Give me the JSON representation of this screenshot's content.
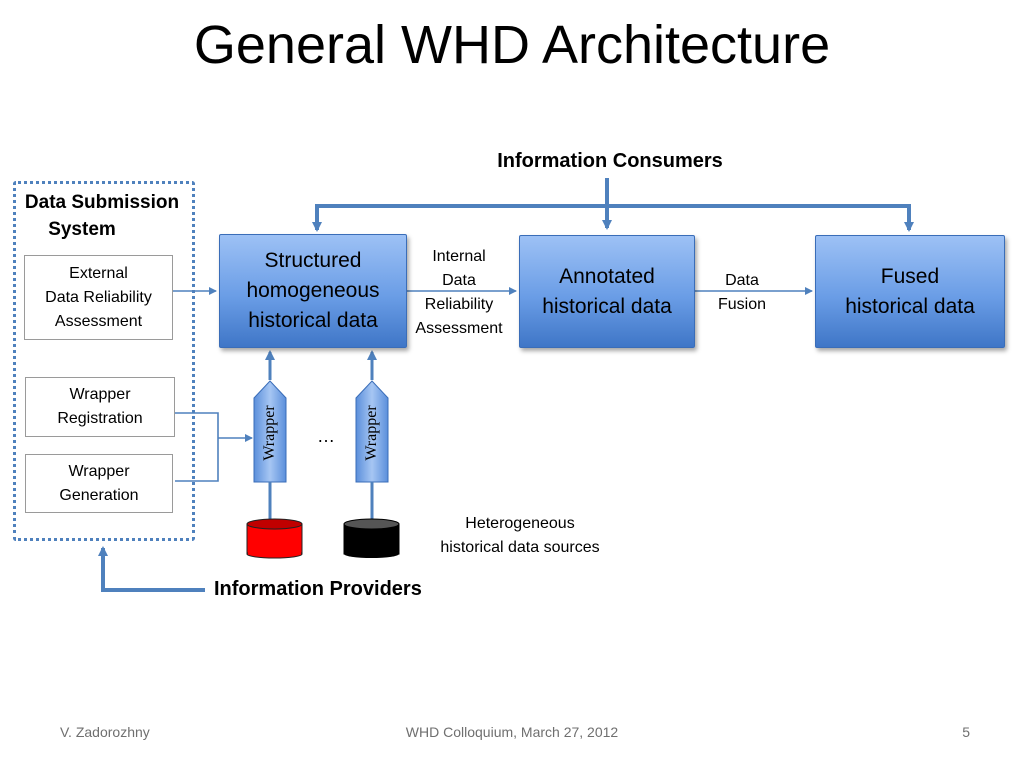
{
  "slide": {
    "title": "General WHD Architecture"
  },
  "labels": {
    "information_consumers": "Information Consumers",
    "information_providers": "Information Providers",
    "data_submission_system_line1": "Data Submission",
    "data_submission_system_line2": "System",
    "internal_reliability_line1": "Internal",
    "internal_reliability_line2": "Data",
    "internal_reliability_line3": "Reliability",
    "internal_reliability_line4": "Assessment",
    "data_fusion_line1": "Data",
    "data_fusion_line2": "Fusion",
    "ellipsis": "…",
    "hetero_line1": "Heterogeneous",
    "hetero_line2": "historical data sources"
  },
  "nodes": {
    "structured": {
      "line1": "Structured",
      "line2": "homogeneous",
      "line3": "historical data"
    },
    "annotated": {
      "line1": "Annotated",
      "line2": "historical data"
    },
    "fused": {
      "line1": "Fused",
      "line2": "historical data"
    },
    "external_assessment": {
      "line1": "External",
      "line2": "Data Reliability",
      "line3": "Assessment"
    },
    "wrapper_registration": {
      "line1": "Wrapper",
      "line2": "Registration"
    },
    "wrapper_generation": {
      "line1": "Wrapper",
      "line2": "Generation"
    },
    "wrapper_1": "Wrapper",
    "wrapper_2": "Wrapper"
  },
  "colors": {
    "arrow": "#4f81bd",
    "source_red": "#ff0000",
    "source_black": "#000000"
  },
  "footer": {
    "author": "V. Zadorozhny",
    "event": "WHD Colloquium, March 27, 2012",
    "page": "5"
  }
}
